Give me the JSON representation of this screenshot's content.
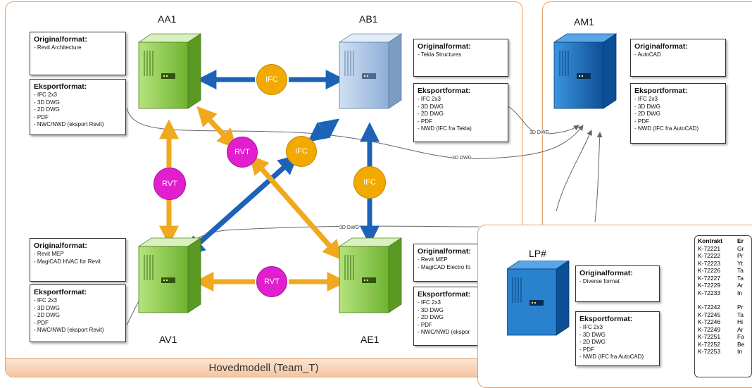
{
  "hovedmodell": {
    "footer": "Hovedmodell (Team_T)"
  },
  "servers": {
    "aa1": "AA1",
    "ab1": "AB1",
    "am1": "AM1",
    "av1": "AV1",
    "ae1": "AE1",
    "lp": "LP#"
  },
  "connectors": {
    "ifc_top": "IFC",
    "ifc_mid": "IFC",
    "ifc_right": "IFC",
    "rvt_diag": "RVT",
    "rvt_left": "RVT",
    "rvt_bottom": "RVT",
    "dwg_1": "3D DWG",
    "dwg_2": "3D DWG",
    "dwg_3": "3D DWG"
  },
  "boxes": {
    "aa1_orig": {
      "title": "Originalformat:",
      "lines": [
        "- Revit Architecture"
      ]
    },
    "aa1_exp": {
      "title": "Eksportformat:",
      "lines": [
        "- IFC 2x3",
        "- 3D DWG",
        "- 2D DWG",
        "- PDF",
        "- NWC/NWD (eksport Revit)"
      ]
    },
    "ab1_orig": {
      "title": "Originalformat:",
      "lines": [
        "- Tekla Structures"
      ]
    },
    "ab1_exp": {
      "title": "Eksportformat:",
      "lines": [
        "- IFC 2x3",
        "- 3D DWG",
        "- 2D DWG",
        "- PDF",
        "- NWD (IFC fra Tekla)"
      ]
    },
    "am1_orig": {
      "title": "Originalformat:",
      "lines": [
        "- AutoCAD"
      ]
    },
    "am1_exp": {
      "title": "Eksportformat:",
      "lines": [
        "- IFC 2x3",
        "- 3D DWG",
        "- 2D DWG",
        "- PDF",
        "- NWD (IFC fra AutoCAD)"
      ]
    },
    "av1_orig": {
      "title": "Originalformat:",
      "lines": [
        "- Revit MEP",
        "- MagiCAD HVAC for Revit"
      ]
    },
    "av1_exp": {
      "title": "Eksportformat:",
      "lines": [
        "- IFC 2x3",
        "- 3D DWG",
        "- 2D DWG",
        "- PDF",
        "- NWC/NWD (eksport Revit)"
      ]
    },
    "ae1_orig": {
      "title": "Originalformat:",
      "lines": [
        "- Revit MEP",
        "- MagiCAD Electro fo"
      ]
    },
    "ae1_exp": {
      "title": "Eksportformat:",
      "lines": [
        "- IFC 2x3",
        "- 3D DWG",
        "- 2D DWG",
        "- PDF",
        "- NWC/NWD (ekspor"
      ]
    },
    "lp_orig": {
      "title": "Originalformat:",
      "lines": [
        "- Diverse format"
      ]
    },
    "lp_exp": {
      "title": "Eksportformat:",
      "lines": [
        "- IFC 2x3",
        "- 3D DWG",
        "- 2D DWG",
        "- PDF",
        "- NWD (IFC fra AutoCAD)"
      ]
    }
  },
  "contracts": {
    "header": [
      "Kontrakt",
      "Er"
    ],
    "group1": [
      [
        "K-72221",
        "Gr"
      ],
      [
        "K-72222",
        "Pr"
      ],
      [
        "K-72223",
        "Yt"
      ],
      [
        "K-72226",
        "Ta"
      ],
      [
        "K-72227",
        "Ta"
      ],
      [
        "K-72229",
        "Ar"
      ],
      [
        "K-72233",
        "In"
      ]
    ],
    "group2": [
      [
        "K-72242",
        "Pr"
      ],
      [
        "K-72245",
        "Ta"
      ],
      [
        "K-72246",
        "Hi"
      ],
      [
        "K-72249",
        "Ar"
      ],
      [
        "K-72251",
        "Fa"
      ],
      [
        "K-72252",
        "Be"
      ],
      [
        "K-72253",
        "In"
      ]
    ]
  },
  "colors": {
    "green_server": "#8fd14f",
    "light_blue_server": "#a9c4e4",
    "blue_server": "#1f78c8",
    "ifc_circle": "#f2a900",
    "rvt_circle": "#e21fce",
    "blue_arrow": "#1c63b8",
    "orange_arrow": "#f0a91e",
    "panel_border": "#e3a06a"
  }
}
